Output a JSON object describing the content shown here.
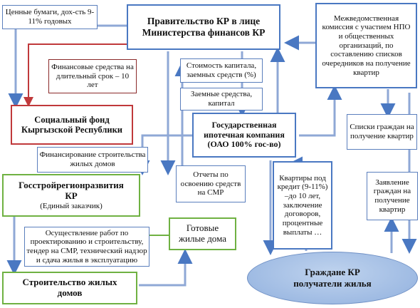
{
  "government": {
    "line1": "Правительство КР в лице",
    "line2": "Министерства финансов КР"
  },
  "interagency": "Межведомственная комиссия с участием НПО и общественных организаций, по составлению списков очередников на получение квартир",
  "securities": "Ценные бумаги, дох-сть 9-11% годовых",
  "financial_resources": "Финансовые средства на длительный срок – 10 лет",
  "capital_cost": "Стоимость капитала, заемных средств (%)",
  "borrowed_funds": "Заемные средства, капитал",
  "social_fund": {
    "line1": "Социальный фонд",
    "line2": "Кыргызской Республики"
  },
  "mortgage_company": {
    "line1": "Государственная",
    "line2": "ипотечная компания",
    "line3": "(ОАО 100% гос-во)"
  },
  "citizen_lists": "Списки граждан на получение квартир",
  "construction_financing": "Финансирование строительства жилых домов",
  "gosstroy": {
    "line1": "Госстройрегионразвития",
    "line2": "КР",
    "line3": "(Единый заказчик)"
  },
  "reports": "Отчеты по освоению средств на СМР",
  "apartments_credit": "Квартиры под кредит (9-11%) –до 10 лет, заключение договоров, процентные выплаты …",
  "applications": "Заявление граждан на получение квартир",
  "works": "Осуществление работ по проектированию и строительству, тендер на СМР, технический надзор и сдача жилья в эксплуатацию",
  "ready_houses": {
    "line1": "Готовые",
    "line2": "жилые дома"
  },
  "construction": {
    "line1": "Строительство жилых",
    "line2": "домов"
  },
  "citizens": {
    "line1": "Граждане КР",
    "line2": "получатели жилья"
  },
  "colors": {
    "blue": "#4a78c2",
    "red": "#c0393b",
    "green": "#6fb142",
    "ellipse": "#9fbbe3"
  }
}
